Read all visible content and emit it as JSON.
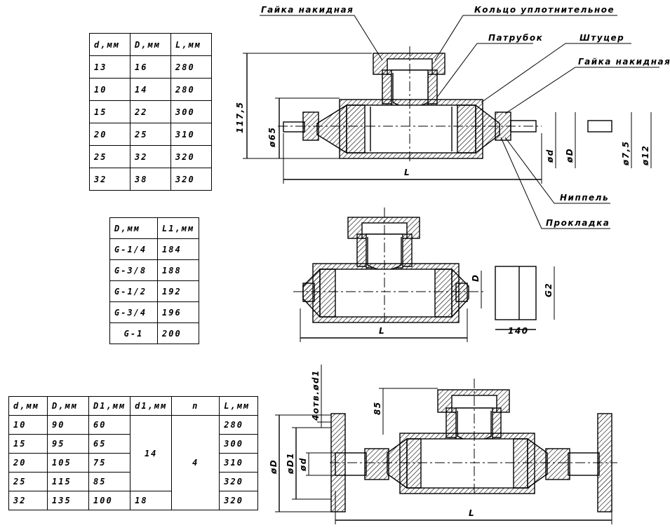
{
  "table1": {
    "headers": [
      "d,мм",
      "D,мм",
      "L,мм"
    ],
    "rows": [
      [
        "13",
        "16",
        "280"
      ],
      [
        "10",
        "14",
        "280"
      ],
      [
        "15",
        "22",
        "300"
      ],
      [
        "20",
        "25",
        "310"
      ],
      [
        "25",
        "32",
        "320"
      ],
      [
        "32",
        "38",
        "320"
      ]
    ]
  },
  "table2": {
    "headers": [
      "D,мм",
      "L1,мм"
    ],
    "rows": [
      [
        "G-1/4",
        "184"
      ],
      [
        "G-3/8",
        "188"
      ],
      [
        "G-1/2",
        "192"
      ],
      [
        "G-3/4",
        "196"
      ],
      [
        "G-1",
        "200"
      ]
    ]
  },
  "table3": {
    "headers": [
      "d,мм",
      "D,мм",
      "D1,мм",
      "d1,мм",
      "n",
      "L,мм"
    ],
    "rows": [
      [
        "10",
        "90",
        "60",
        "",
        "",
        "280"
      ],
      [
        "15",
        "95",
        "65",
        "",
        "",
        "300"
      ],
      [
        "20",
        "105",
        "75",
        "",
        "",
        "310"
      ],
      [
        "25",
        "115",
        "85",
        "",
        "",
        "320"
      ],
      [
        "32",
        "135",
        "100",
        "18",
        "",
        "320"
      ]
    ],
    "merged_d1": "14",
    "merged_n": "4"
  },
  "callouts": {
    "gaika_top": "Гайка накидная",
    "kolco": "Кольцо уплотнительное",
    "patrubok": "Патрубок",
    "shtucer": "Штуцер",
    "gaika_right": "Гайка накидная",
    "nippel": "Ниппель",
    "prokladka": "Прокладка"
  },
  "dims": {
    "d117": "117,5",
    "d65": "ø65",
    "L1": "L",
    "od": "ød",
    "oD": "øD",
    "o75": "ø7,5",
    "o12": "ø12",
    "D2": "D",
    "L2": "L",
    "G2": "G2",
    "d140": "140",
    "otv": "4отв.ød1",
    "d85": "85",
    "oD3": "øD",
    "oD1": "øD1",
    "od3": "ød",
    "L3": "L"
  }
}
